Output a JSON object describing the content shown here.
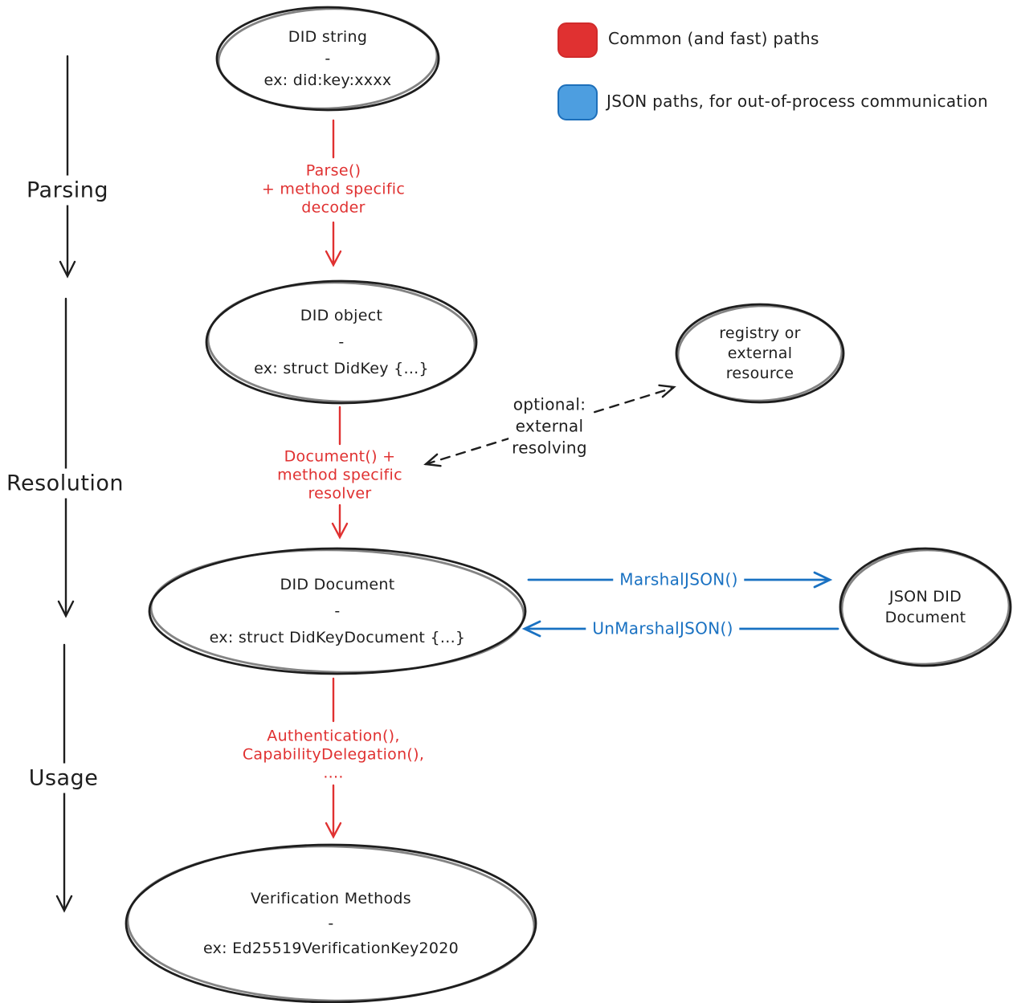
{
  "legend": {
    "items": [
      {
        "swatch_color": "#e03131",
        "swatch_border": "#d02b2b",
        "label": "Common (and fast) paths"
      },
      {
        "swatch_color": "#4d9ee0",
        "swatch_border": "#1d6fba",
        "label": "JSON paths, for out-of-process communication"
      }
    ]
  },
  "phases": {
    "parsing": "Parsing",
    "resolution": "Resolution",
    "usage": "Usage"
  },
  "nodes": {
    "did_string": "DID string\n-\nex: did:key:xxxx",
    "did_object": "DID object\n-\nex: struct DidKey {...}",
    "registry": "registry or\nexternal\nresource",
    "did_document": "DID Document\n-\nex: struct DidKeyDocument {...}",
    "json_did_document": "JSON DID\nDocument",
    "verification_methods": "Verification Methods\n-\nex: Ed25519VerificationKey2020"
  },
  "edges": {
    "parse": "Parse()\n+ method specific\ndecoder",
    "document": "Document() +\nmethod specific\nresolver",
    "optional_resolving": "optional:\nexternal\nresolving",
    "marshal": "MarshalJSON()",
    "unmarshal": "UnMarshalJSON()",
    "usage_methods": "Authentication(),\nCapabilityDelegation(),\n...."
  },
  "colors": {
    "red": "#e03131",
    "blue": "#1971c2",
    "ink": "#1e1e1e"
  }
}
